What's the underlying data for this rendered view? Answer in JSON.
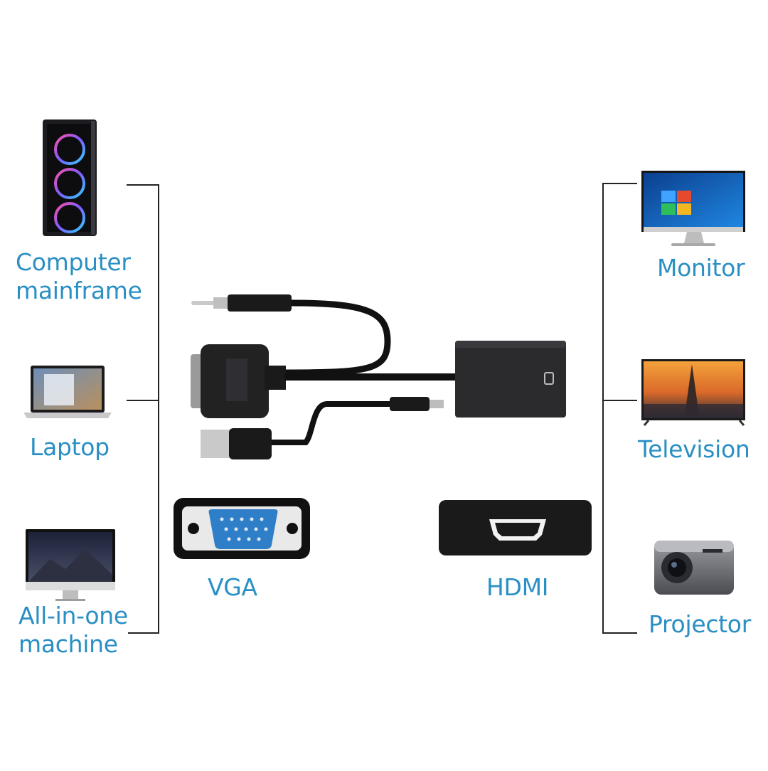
{
  "colors": {
    "label": "#2a8fc4",
    "bracket": "#222222",
    "device_dark": "#2b2b2e",
    "vga_blue": "#2f7fc8"
  },
  "sources": [
    {
      "id": "computer-mainframe",
      "icon": "pc-tower-icon",
      "label_lines": [
        "Computer",
        "mainframe"
      ]
    },
    {
      "id": "laptop",
      "icon": "laptop-icon",
      "label_lines": [
        "Laptop"
      ]
    },
    {
      "id": "all-in-one-machine",
      "icon": "all-in-one-pc-icon",
      "label_lines": [
        "All-in-one",
        "machine"
      ]
    }
  ],
  "displays": [
    {
      "id": "monitor",
      "icon": "monitor-icon",
      "label_lines": [
        "Monitor"
      ]
    },
    {
      "id": "television",
      "icon": "television-icon",
      "label_lines": [
        "Television"
      ]
    },
    {
      "id": "projector",
      "icon": "projector-icon",
      "label_lines": [
        "Projector"
      ]
    }
  ],
  "ports": {
    "input": {
      "label": "VGA",
      "icon": "vga-port-icon"
    },
    "output": {
      "label": "HDMI",
      "icon": "hdmi-port-icon"
    }
  },
  "adapter": {
    "icon": "vga-to-hdmi-adapter-icon"
  }
}
